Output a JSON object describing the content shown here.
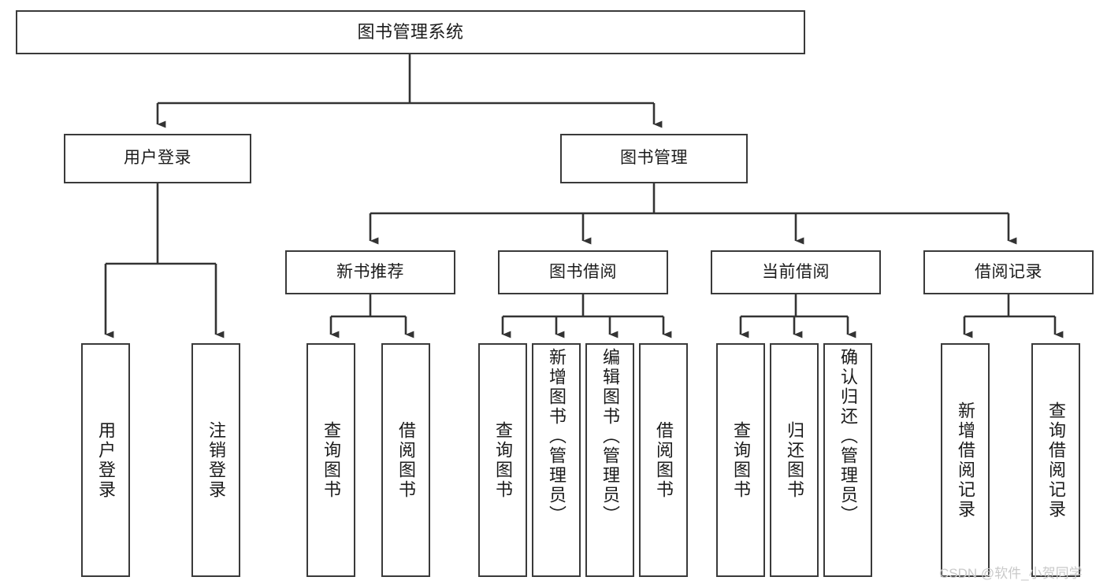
{
  "diagram": {
    "type": "tree-hierarchy",
    "orientation": "top-down",
    "root": {
      "id": "root",
      "label": "图书管理系统"
    },
    "level2": [
      {
        "id": "user-login",
        "label": "用户登录"
      },
      {
        "id": "book-manage",
        "label": "图书管理"
      }
    ],
    "level3": [
      {
        "id": "new-book-recommend",
        "label": "新书推荐",
        "parent": "book-manage"
      },
      {
        "id": "book-borrow",
        "label": "图书借阅",
        "parent": "book-manage"
      },
      {
        "id": "current-borrow",
        "label": "当前借阅",
        "parent": "book-manage"
      },
      {
        "id": "borrow-record",
        "label": "借阅记录",
        "parent": "book-manage"
      }
    ],
    "leaves": [
      {
        "id": "leaf-user-login",
        "label": "用户登录",
        "parent": "user-login"
      },
      {
        "id": "leaf-user-logout",
        "label": "注销登录",
        "parent": "user-login"
      },
      {
        "id": "leaf-query-book-1",
        "label": "查询图书",
        "parent": "new-book-recommend"
      },
      {
        "id": "leaf-borrow-book-1",
        "label": "借阅图书",
        "parent": "new-book-recommend"
      },
      {
        "id": "leaf-query-book-2",
        "label": "查询图书",
        "parent": "book-borrow"
      },
      {
        "id": "leaf-add-book",
        "label": "新增图书（管理员）",
        "parent": "book-borrow"
      },
      {
        "id": "leaf-edit-book",
        "label": "编辑图书（管理员）",
        "parent": "book-borrow"
      },
      {
        "id": "leaf-borrow-book-2",
        "label": "借阅图书",
        "parent": "book-borrow"
      },
      {
        "id": "leaf-query-book-3",
        "label": "查询图书",
        "parent": "current-borrow"
      },
      {
        "id": "leaf-return-book",
        "label": "归还图书",
        "parent": "current-borrow"
      },
      {
        "id": "leaf-confirm-return",
        "label": "确认归还（管理员）",
        "parent": "current-borrow"
      },
      {
        "id": "leaf-add-record",
        "label": "新增借阅记录",
        "parent": "borrow-record"
      },
      {
        "id": "leaf-query-record",
        "label": "查询借阅记录",
        "parent": "borrow-record"
      }
    ]
  },
  "watermark": {
    "text": "CSDN @软件_小贺同学"
  },
  "colors": {
    "border": "#3a3a3a",
    "connector": "#333333",
    "background": "#ffffff",
    "text": "#1b1b1b",
    "watermark": "#c9c9c9"
  }
}
